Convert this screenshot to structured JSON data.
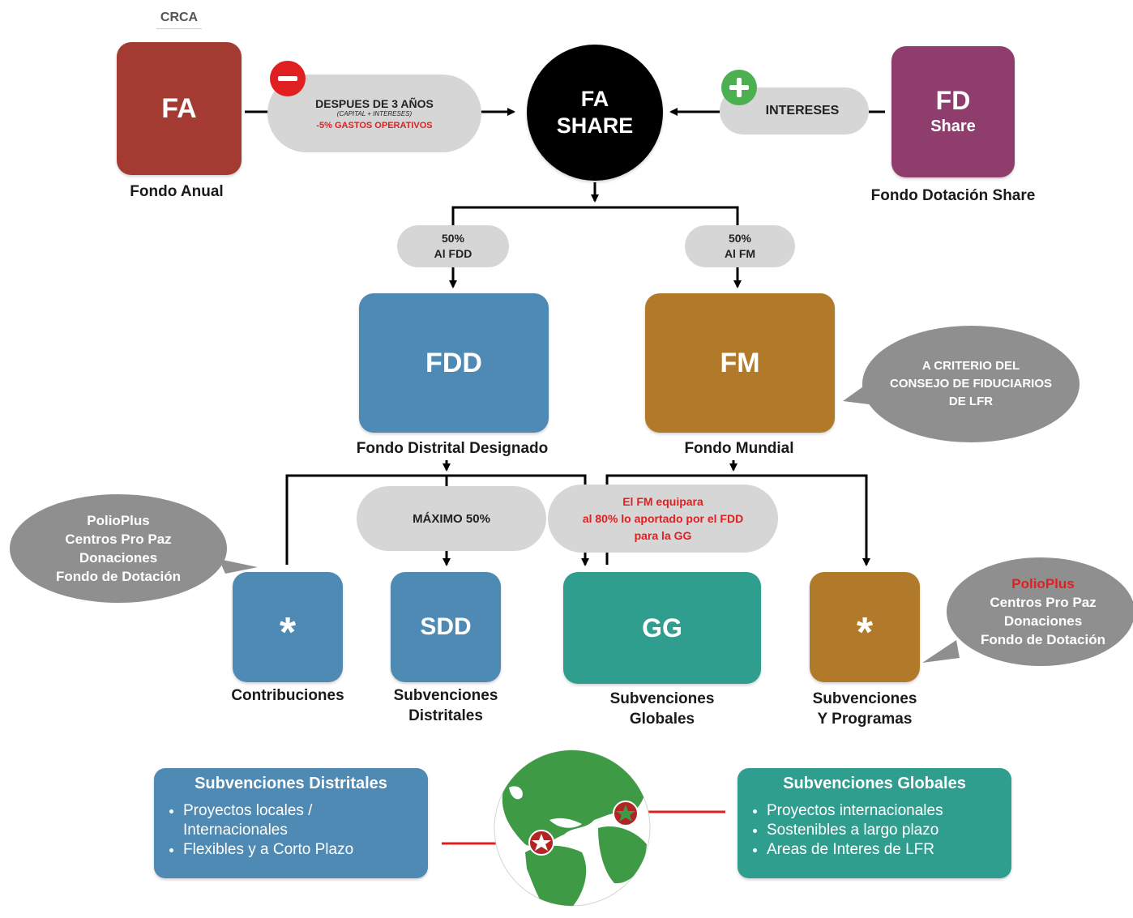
{
  "header": {
    "crca": "CRCA"
  },
  "colors": {
    "fa": "#a33b32",
    "fd": "#8e3d6d",
    "black": "#000000",
    "blue": "#4e8ab3",
    "gold": "#b07a2a",
    "teal": "#2f9e8f",
    "gray_bubble": "#8f8f8f",
    "pill": "#d6d6d6",
    "minus": "#e02020",
    "plus": "#4caf50",
    "red_text": "#e02020"
  },
  "top": {
    "fa": {
      "title": "FA",
      "caption": "Fondo Anual"
    },
    "fa_share": {
      "line1": "FA",
      "line2": "SHARE"
    },
    "fd": {
      "title": "FD",
      "subtitle": "Share",
      "caption": "Fondo Dotación Share"
    },
    "left_pill": {
      "line1": "DESPUES DE 3 AÑOS",
      "line2": "(CAPITAL + INTERESES)",
      "line3": "-5% GASTOS OPERATIVOS",
      "icon": "minus-icon"
    },
    "right_pill": {
      "text": "INTERESES",
      "icon": "plus-icon"
    }
  },
  "split": {
    "left": {
      "line1": "50%",
      "line2": "Al FDD"
    },
    "right": {
      "line1": "50%",
      "line2": "Al FM"
    }
  },
  "mid": {
    "fdd": {
      "title": "FDD",
      "caption": "Fondo Distrital Designado"
    },
    "fm": {
      "title": "FM",
      "caption": "Fondo Mundial"
    },
    "fm_bubble": {
      "line1": "A CRITERIO DEL",
      "line2": "CONSEJO DE FIDUCIARIOS",
      "line3": "DE LFR"
    }
  },
  "lower_pills": {
    "maximo": "MÁXIMO 50%",
    "fm_equipara": {
      "line1": "El FM equipara",
      "line2": "al 80% lo aportado por el FDD",
      "line3": "para la GG"
    }
  },
  "bottom": {
    "contribuciones": {
      "symbol": "*",
      "caption": "Contribuciones"
    },
    "sdd": {
      "title": "SDD",
      "caption_line1": "Subvenciones",
      "caption_line2": "Distritales"
    },
    "gg": {
      "title": "GG",
      "caption_line1": "Subvenciones",
      "caption_line2": "Globales"
    },
    "programas": {
      "symbol": "*",
      "caption_line1": "Subvenciones",
      "caption_line2": "Y Programas"
    },
    "left_bubble": [
      "PolioPlus",
      "Centros Pro Paz",
      "Donaciones",
      "Fondo de Dotación"
    ],
    "right_bubble": [
      "PolioPlus",
      "Centros Pro Paz",
      "Donaciones",
      "Fondo de Dotación"
    ]
  },
  "info_left": {
    "title": "Subvenciones Distritales",
    "items": [
      "Proyectos locales / Internacionales",
      "Flexibles y a Corto Plazo"
    ]
  },
  "info_right": {
    "title": "Subvenciones Globales",
    "items": [
      "Proyectos internacionales",
      "Sostenibles a largo plazo",
      "Areas de Interes de LFR"
    ]
  },
  "globe": {
    "icon": "globe-icon",
    "markers": [
      "star-marker-icon",
      "star-marker-icon"
    ]
  }
}
